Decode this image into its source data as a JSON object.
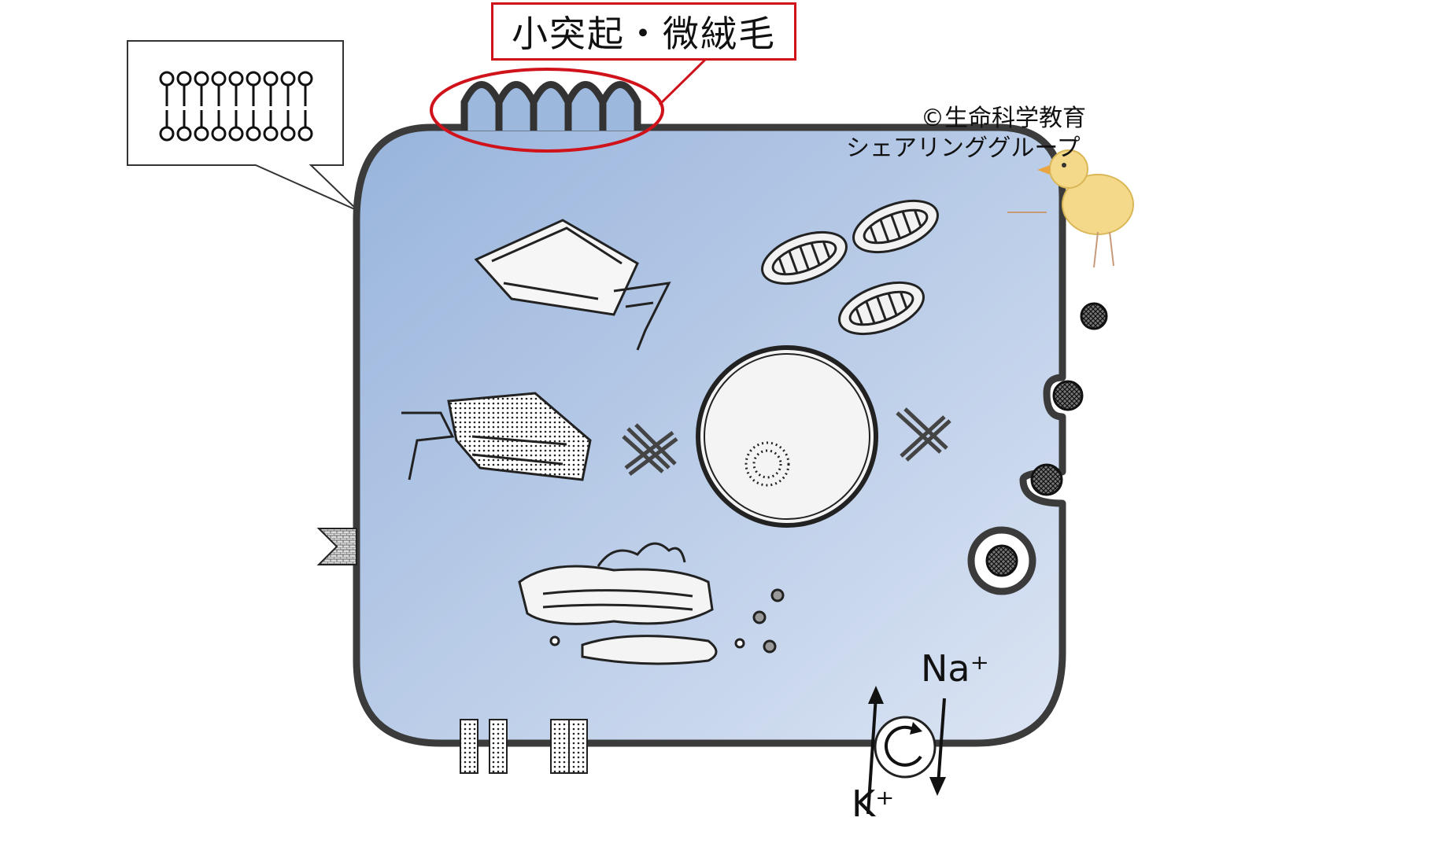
{
  "callout_label": "小突起・微絨毛",
  "copyright_line1": "©生命科学教育",
  "copyright_line2": "シェアリンググループ",
  "ion_na": "Na⁺",
  "ion_k": "K⁺",
  "colors": {
    "cell_fill_top": "#9db8dd",
    "cell_fill_bottom": "#d8e2f2",
    "membrane_stroke": "#3b3b3b",
    "highlight_red": "#d0121b",
    "organelle_fill": "#f4f4f4"
  },
  "icons": {
    "membrane_bilayer": "phospholipid-bilayer-icon",
    "mascot": "chick-icon",
    "pump": "rotating-arrow-icon"
  }
}
